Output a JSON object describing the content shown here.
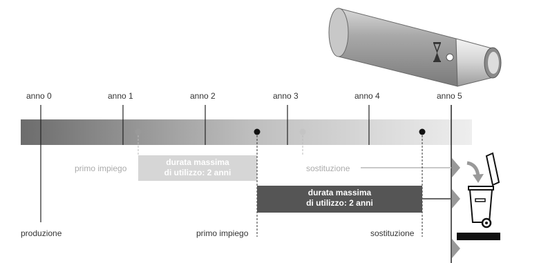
{
  "timeline": {
    "years": [
      "anno 0",
      "anno 1",
      "anno 2",
      "anno 3",
      "anno 4",
      "anno 5"
    ]
  },
  "production": {
    "label": "produzione"
  },
  "first_cycle": {
    "start_label": "primo impiego",
    "box_line1": "durata massima",
    "box_line2": "di utilizzo: 2 anni",
    "end_label": "sostituzione"
  },
  "second_cycle": {
    "start_label": "primo impiego",
    "box_line1": "durata massima",
    "box_line2": "di utilizzo: 2 anni",
    "end_label": "sostituzione"
  },
  "colors": {
    "bar_dark": "#6e6e6e",
    "bar_light": "#eeeeee",
    "box_light": "#d6d6d6",
    "box_dark": "#555555",
    "text": "#333333",
    "faded_text": "#aaaaaa"
  },
  "icons": [
    "hourglass-icon",
    "recycling-bin-icon"
  ]
}
